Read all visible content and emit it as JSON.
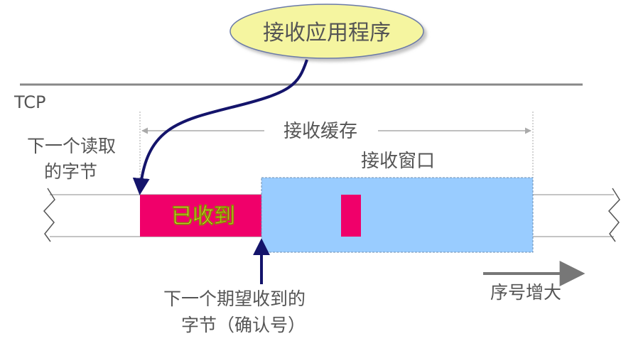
{
  "labels": {
    "app": "接收应用程序",
    "tcp": "TCP",
    "receive_buffer": "接收缓存",
    "receive_window": "接收窗口",
    "next_read_line1": "下一个读取",
    "next_read_line2": "的字节",
    "received": "已收到",
    "next_expected_line1": "下一个期望收到的",
    "next_expected_line2": "字节（确认号）",
    "seq_increase": "序号增大"
  },
  "colors": {
    "ellipse_fill": "#f5f5a0",
    "ellipse_stroke": "#6b7aa8",
    "received_fill": "#f0006a",
    "received_text": "#e8e850",
    "window_fill": "#99ccff",
    "window_stroke": "#6f8fb0",
    "arrow": "#14146b",
    "line": "#888888",
    "text": "#555555"
  }
}
